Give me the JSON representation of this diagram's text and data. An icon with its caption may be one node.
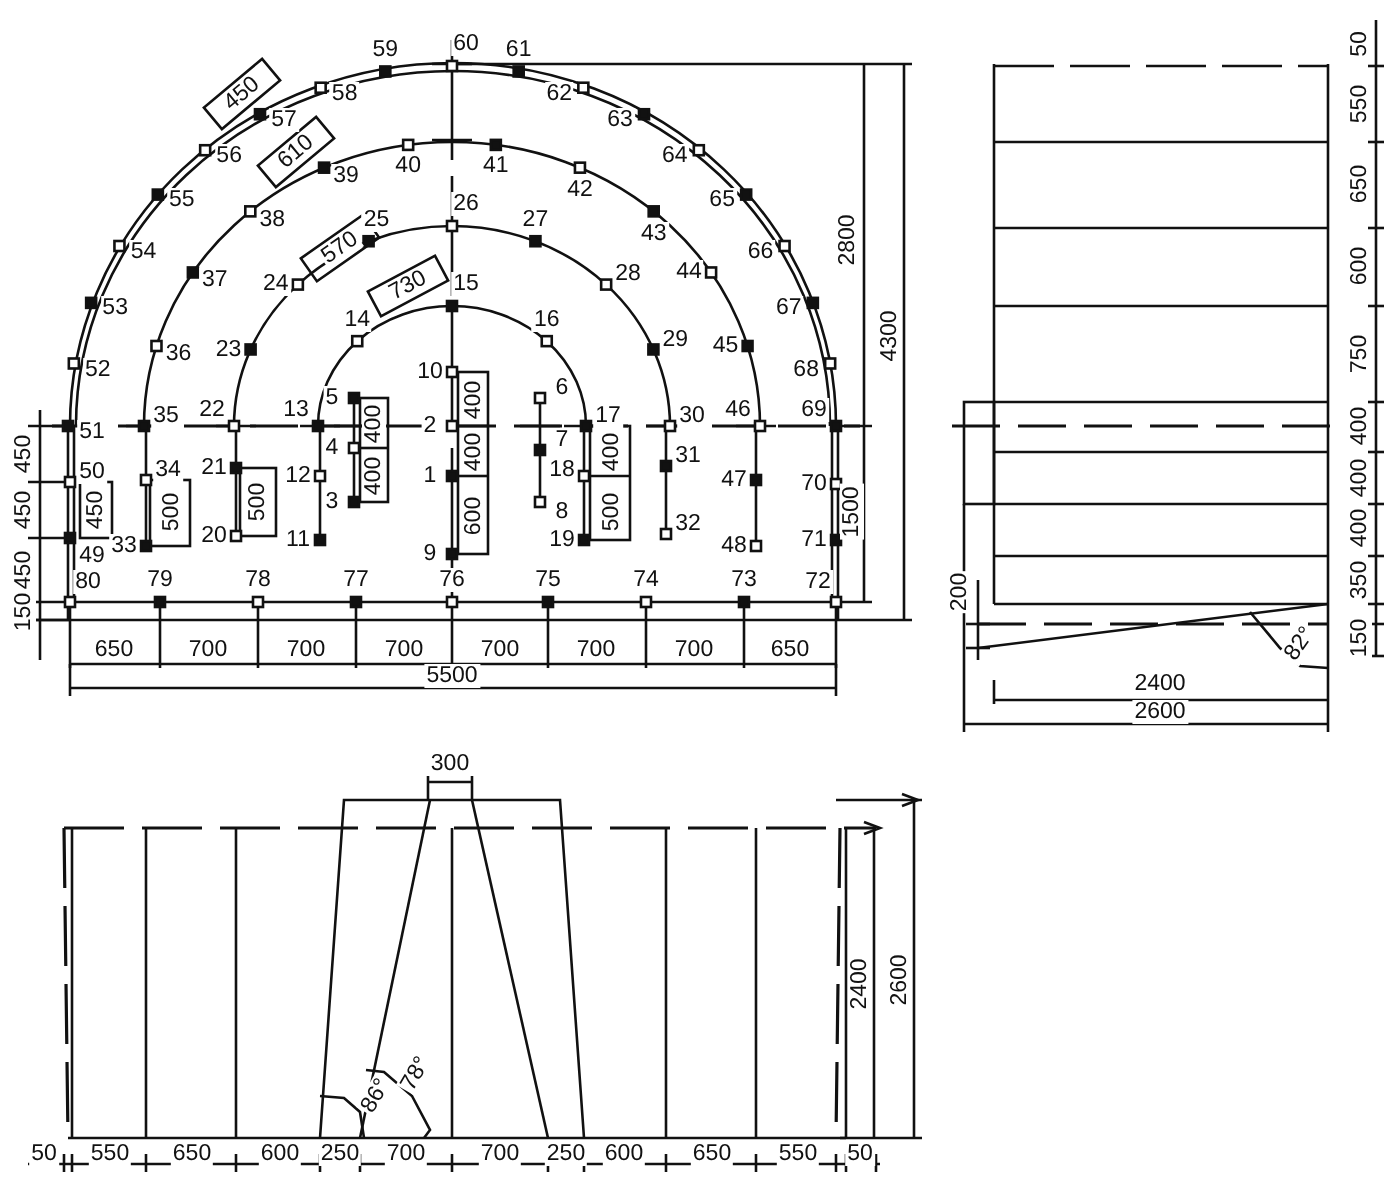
{
  "diagram": {
    "labels": [
      "1",
      "2",
      "3",
      "4",
      "5",
      "6",
      "7",
      "8",
      "9",
      "10",
      "11",
      "12",
      "13",
      "14",
      "15",
      "16",
      "17",
      "18",
      "19",
      "20",
      "21",
      "22",
      "23",
      "24",
      "25",
      "26",
      "27",
      "28",
      "29",
      "30",
      "31",
      "32",
      "33",
      "34",
      "35",
      "36",
      "37",
      "38",
      "39",
      "40",
      "41",
      "42",
      "43",
      "44",
      "45",
      "46",
      "47",
      "48",
      "49",
      "50",
      "51",
      "52",
      "53",
      "54",
      "55",
      "56",
      "57",
      "58",
      "59",
      "60",
      "61",
      "62",
      "63",
      "64",
      "65",
      "66",
      "67",
      "68",
      "69",
      "70",
      "71",
      "72",
      "73",
      "74",
      "75",
      "76",
      "77",
      "78",
      "79",
      "80",
      "450",
      "450",
      "450",
      "150",
      "2800",
      "4300",
      "1500",
      "450",
      "500",
      "500",
      "400",
      "400",
      "400",
      "400",
      "600",
      "400",
      "500",
      "730",
      "570",
      "610",
      "450",
      "650",
      "700",
      "700",
      "700",
      "700",
      "700",
      "700",
      "650",
      "5500",
      "50",
      "550",
      "650",
      "600",
      "750",
      "400",
      "400",
      "400",
      "350",
      "150",
      "200",
      "82°",
      "2400",
      "2600",
      "300",
      "2400",
      "2600",
      "86°",
      "78°",
      "50",
      "550",
      "650",
      "600",
      "250",
      "700",
      "700",
      "250",
      "600",
      "650",
      "550",
      "50"
    ]
  }
}
